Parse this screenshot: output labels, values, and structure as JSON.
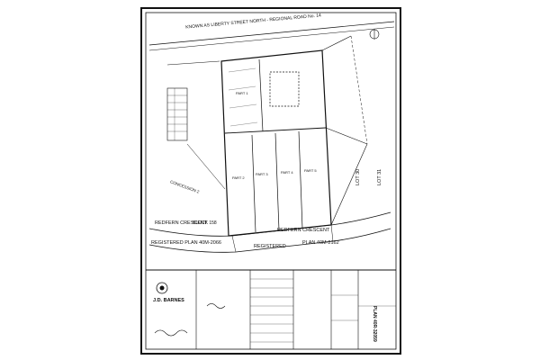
{
  "street": {
    "top_road": "KNOWN AS LIBERTY STREET NORTH - REGIONAL ROAD No. 14",
    "crescent_left": "REDFERN CRESCENT",
    "crescent_right": "REDFERN CRESCENT"
  },
  "labels": {
    "registered_plan_left": "REGISTERED PLAN 40M-2066",
    "registered_plan_right": "REGISTERED",
    "plan_right_number": "PLAN 40M-2162",
    "block": "BLOCK 158",
    "lot_30": "LOT 30",
    "lot_31": "LOT 31",
    "concession": "CONCESSION 2",
    "part_1": "PART 1",
    "part_2": "PART 2",
    "part_3": "PART 3",
    "part_4": "PART 4",
    "part_5": "PART 5"
  },
  "title_block": {
    "company": "J.D. BARNES",
    "plan_number": "PLAN 40R-32059"
  },
  "colors": {
    "ink": "#111111",
    "paper": "#ffffff",
    "hatch": "#666666"
  }
}
